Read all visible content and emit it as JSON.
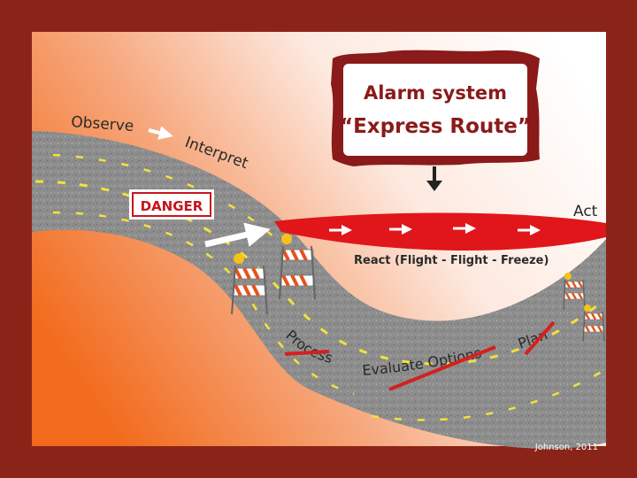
{
  "frame": {
    "background_color": "#8b2418",
    "panel_gradient": [
      "#f26a1b",
      "#f6a77c",
      "#fde9df",
      "#ffffff"
    ]
  },
  "labels": {
    "observe": "Observe",
    "interpret": "Interpret",
    "danger": "DANGER",
    "act": "Act",
    "react": "React (Flight - Flight - Freeze)",
    "process": "Process",
    "evaluate": "Evaluate Options",
    "plan": "Plan",
    "credit": "Johnson, 2011"
  },
  "sign": {
    "line1": "Alarm system",
    "line2": "“Express Route”",
    "border_color": "#8b1a1a",
    "text_color": "#8b1a1a"
  },
  "colors": {
    "road": "#8c8c8c",
    "dash": "#f2e23a",
    "express_route": "#e0161b",
    "strike": "#d42020",
    "danger_red": "#c4161c",
    "text_dark": "#2a2a2a"
  },
  "icons": {
    "barricade": "construction-barricade-icon",
    "arrow": "arrow-icon"
  }
}
